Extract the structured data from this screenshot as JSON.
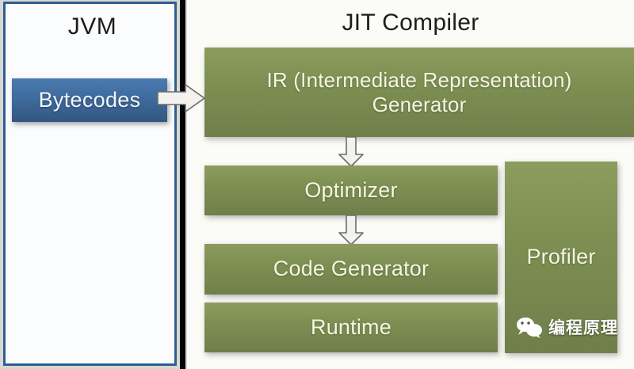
{
  "diagram": {
    "title": "JIT Compiler architecture within the JVM",
    "panels": [
      {
        "id": "jvm",
        "title": "JVM",
        "boxes": [
          {
            "id": "bytecodes",
            "label": "Bytecodes",
            "color": "#3f6b9e",
            "text_color": "#f2f6fb"
          }
        ],
        "border_color": "#2e5e94",
        "background": "#fbfcfd"
      },
      {
        "id": "jit",
        "title": "JIT Compiler",
        "boxes": [
          {
            "id": "ir_generator",
            "label": "IR (Intermediate Representation) Generator",
            "line1": "IR (Intermediate Representation)",
            "line2": "Generator",
            "color": "#7e8f53",
            "text_color": "#f4f6e2"
          },
          {
            "id": "optimizer",
            "label": "Optimizer",
            "color": "#7e8f53",
            "text_color": "#f4f6e2"
          },
          {
            "id": "code_generator",
            "label": "Code Generator",
            "color": "#7e8f53",
            "text_color": "#f4f6e2"
          },
          {
            "id": "runtime",
            "label": "Runtime",
            "color": "#7e8f53",
            "text_color": "#f4f6e2"
          },
          {
            "id": "profiler",
            "label": "Profiler",
            "color": "#7e8f53",
            "text_color": "#f4f6e2"
          }
        ],
        "background": "#fbfbf7"
      }
    ],
    "arrows": [
      {
        "id": "bytecodes-to-ir",
        "from": "bytecodes",
        "to": "ir_generator",
        "direction": "right"
      },
      {
        "id": "ir-to-optimizer",
        "from": "ir_generator",
        "to": "optimizer",
        "direction": "down"
      },
      {
        "id": "optimizer-to-codegen",
        "from": "optimizer",
        "to": "code_generator",
        "direction": "down"
      }
    ],
    "divider_color": "#050508"
  },
  "watermark": {
    "icon": "wechat-icon",
    "text": "编程原理"
  }
}
